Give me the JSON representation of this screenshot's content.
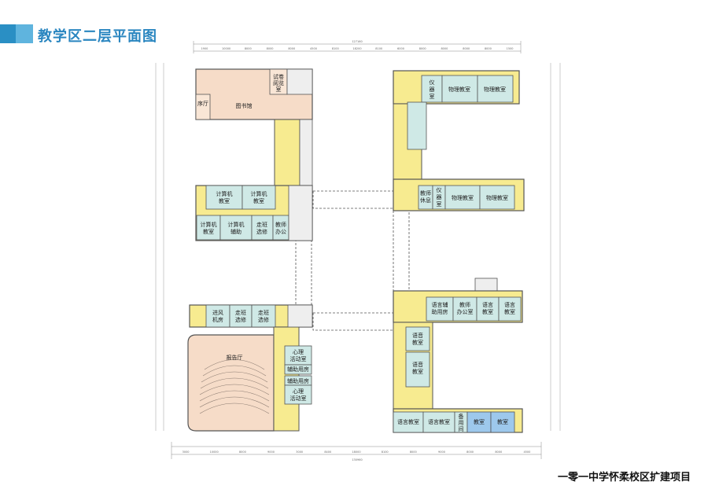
{
  "page_title": "教学区二层平面图",
  "project_name": "一零一中学怀柔校区扩建项目",
  "colors": {
    "corridor": "#f7eb90",
    "classroom": "#cfe9e6",
    "library": "#f6dcc8",
    "auditorium": "#f6dcc8",
    "blue_room": "#9dc8ec",
    "wall": "#555555",
    "accent": "#2a86c0"
  },
  "rooms": {
    "library": "图书馆",
    "foyer": "序厅",
    "reading": [
      "试卷",
      "阅览",
      "室"
    ],
    "comp1": [
      "计算机",
      "教室"
    ],
    "comp2": [
      "计算机",
      "教室"
    ],
    "comp3": [
      "计算机",
      "教室"
    ],
    "comp_aux": [
      "计算机",
      "辅助"
    ],
    "walk1": [
      "走班",
      "选修"
    ],
    "teacher_office": [
      "教师",
      "办公"
    ],
    "air": [
      "进风",
      "机房"
    ],
    "walk2": [
      "走班",
      "选修"
    ],
    "walk3": [
      "走班",
      "选修"
    ],
    "auditorium": "报告厅",
    "psych1": [
      "心理",
      "活动室"
    ],
    "aux1": "辅助用房",
    "aux2": "辅助用房",
    "psych2": [
      "心理",
      "活动室"
    ],
    "instr1": [
      "仪",
      "器",
      "室"
    ],
    "phys1": "物理教室",
    "phys2": "物理教室",
    "teacher_rest": [
      "教师",
      "休息"
    ],
    "instr2": [
      "仪",
      "器",
      "室"
    ],
    "phys3": "物理教室",
    "phys4": "物理教室",
    "lang_aux": [
      "语言辅",
      "助用房"
    ],
    "teacher_office2": [
      "教师",
      "办公室"
    ],
    "lang1": [
      "语言",
      "教室"
    ],
    "lang2": [
      "语言",
      "教室"
    ],
    "lang3": [
      "语音",
      "教室"
    ],
    "lang4": [
      "语音",
      "教室"
    ],
    "lang5": "语言教室",
    "lang6": "语言教室",
    "spare": [
      "备",
      "用",
      "间"
    ],
    "cls1": "教室",
    "cls2": "教室"
  },
  "dimensions": {
    "top_total": "127160",
    "bottom_total": "130960",
    "top_segments": [
      "1900",
      "10000",
      "8000",
      "8000",
      "8000",
      "4500",
      "8100",
      "18200",
      "8100",
      "6000",
      "8000",
      "8000",
      "8000",
      "8000",
      "1500"
    ],
    "bottom_segments": [
      "3000",
      "10000",
      "8000",
      "9000",
      "3000",
      "8400",
      "18000",
      "8100",
      "8000",
      "9000",
      "8000",
      "8000",
      "4500"
    ]
  }
}
